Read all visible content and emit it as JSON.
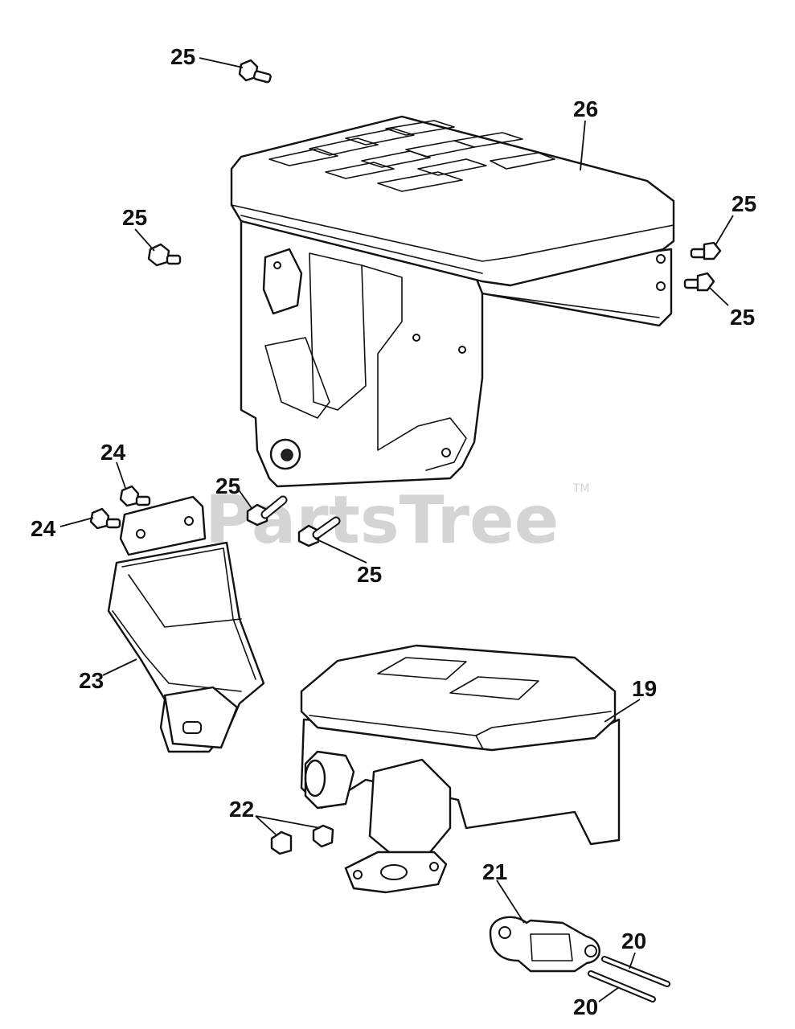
{
  "watermark": {
    "text": "PartsTree",
    "trademark": "TM"
  },
  "colors": {
    "line": "#111111",
    "watermark": "#d4d4d4",
    "background": "#ffffff"
  },
  "callouts": {
    "p25_top": "25",
    "p26": "26",
    "p25_left": "25",
    "p25_right_upper": "25",
    "p25_right_lower": "25",
    "p24_upper": "24",
    "p24_lower": "24",
    "p25_mid_upper": "25",
    "p25_mid_lower": "25",
    "p23": "23",
    "p19": "19",
    "p22": "22",
    "p21": "21",
    "p20_upper": "20",
    "p20_lower": "20"
  }
}
